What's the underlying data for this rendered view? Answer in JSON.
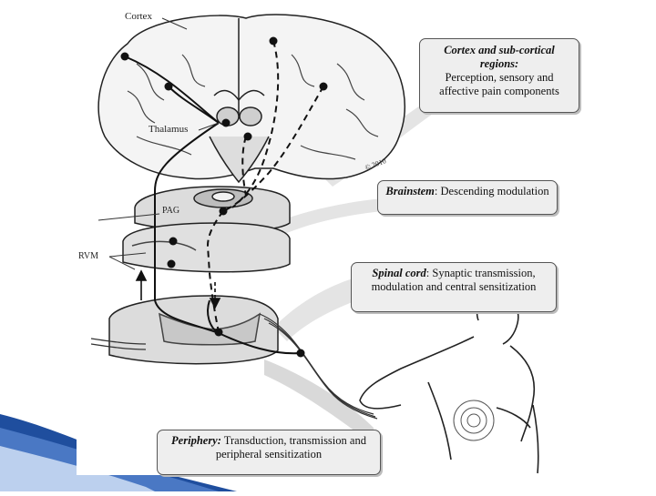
{
  "labels": {
    "cortex": "Cortex",
    "thalamus": "Thalamus",
    "pag": "PAG",
    "rvm": "RVM",
    "copyright": "© 2010"
  },
  "callouts": {
    "cortex": {
      "head": "Cortex and sub-cortical regions:",
      "body": "Perception, sensory and affective pain components"
    },
    "brainstem": {
      "head": "Brainstem",
      "body": ": Descending modulation"
    },
    "spinal": {
      "head": "Spinal cord",
      "body": ": Synaptic transmission, modulation and central sensitization"
    },
    "periphery": {
      "head": "Periphery:",
      "body": " Transduction, transmission and peripheral sensitization"
    }
  },
  "colors": {
    "slide_accent": "#1f4e9e",
    "callout_bg": "#eeeeee",
    "pathway": "#111111"
  }
}
